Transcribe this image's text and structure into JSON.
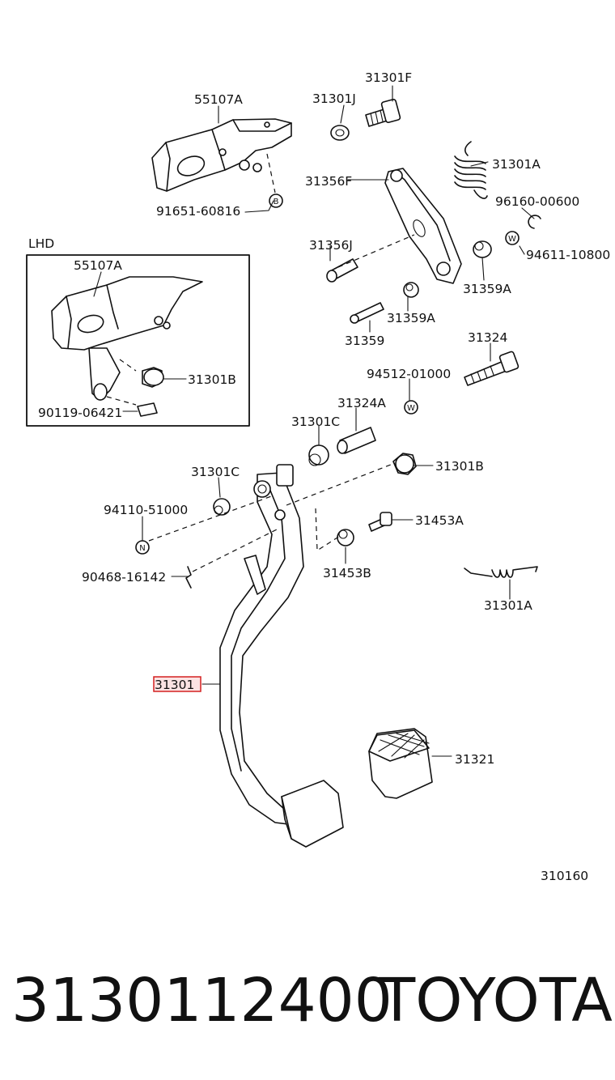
{
  "diagram": {
    "labels": {
      "l_55107A_top": "55107A",
      "l_31301J": "31301J",
      "l_31301F": "31301F",
      "l_31301A_top": "31301A",
      "l_91651": "91651-60816",
      "l_31356F": "31356F",
      "l_96160": "96160-00600",
      "l_31356J": "31356J",
      "l_94611": "94611-10800",
      "l_31359A_r": "31359A",
      "l_31359A_m": "31359A",
      "l_31359": "31359",
      "l_31324": "31324",
      "l_94512": "94512-01000",
      "l_31324A": "31324A",
      "l_31301C_r": "31301C",
      "l_31301B_r": "31301B",
      "l_31301C_l": "31301C",
      "l_94110": "94110-51000",
      "l_31453A": "31453A",
      "l_90468": "90468-16142",
      "l_31453B": "31453B",
      "l_31301A_bot": "31301A",
      "l_31301": "31301",
      "l_31321": "31321",
      "l_310160": "310160",
      "l_LHD": "LHD",
      "l_55107A_lhd": "55107A",
      "l_31301B_lhd": "31301B",
      "l_90119": "90119-06421"
    },
    "marker_letters": {
      "b": "B",
      "w1": "W",
      "w2": "W",
      "n": "N"
    },
    "highlight_color": "#d42020"
  },
  "footer": {
    "part_number": "3130112400",
    "brand": "TOYOTA"
  }
}
